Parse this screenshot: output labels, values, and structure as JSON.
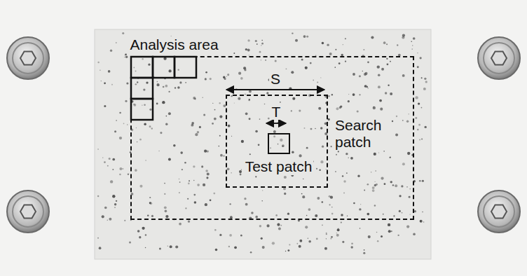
{
  "diagram": {
    "nodes": [
      {
        "text": [
          "Analysis area"
        ]
      },
      {
        "text": [
          "Search patch"
        ],
        "in": 0
      },
      {
        "text": [
          "Test patch"
        ],
        "in": 1
      }
    ],
    "labels": [
      "S",
      "T"
    ]
  }
}
